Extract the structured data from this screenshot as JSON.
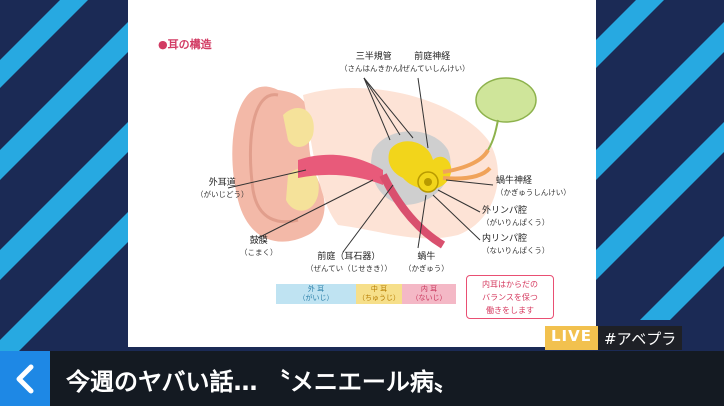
{
  "diagram": {
    "heading": "●耳の構造",
    "labels": {
      "semicircular": {
        "main": "三半規管",
        "reading": "（さんはんきかん）"
      },
      "vestibular_nerve": {
        "main": "前庭神経",
        "reading": "（ぜんていしんけい）"
      },
      "cochlear_nerve": {
        "main": "蝸牛神経",
        "reading": "（かぎゅうしんけい）"
      },
      "ear_canal": {
        "main": "外耳道",
        "reading": "（がいじどう）"
      },
      "perilymph": {
        "main": "外リンパ腔",
        "reading": "（がいりんぱくう）"
      },
      "endolymph": {
        "main": "内リンパ腔",
        "reading": "（ないりんぱくう）"
      },
      "eardrum": {
        "main": "鼓膜",
        "reading": "（こまく）"
      },
      "vestibule": {
        "main": "前庭（耳石器）",
        "reading": "（ぜんてい（じせきき））"
      },
      "cochlea": {
        "main": "蝸牛",
        "reading": "（かぎゅう）"
      }
    },
    "bars": [
      {
        "main": "外 耳",
        "reading": "（がいじ）"
      },
      {
        "main": "中 耳",
        "reading": "（ちゅうじ）"
      },
      {
        "main": "内 耳",
        "reading": "（ないじ）"
      }
    ],
    "note": [
      "内耳はからだの",
      "バランスを保つ",
      "働きをします"
    ]
  },
  "overlay": {
    "live": "LIVE",
    "hashtag": "#アベプラ"
  },
  "ticker": {
    "text": "今週のヤバい話… 〝メニエール病〟"
  },
  "colors": {
    "background": "#1b2a55",
    "stripe": "#27a9e1",
    "back_button": "#1e88e5",
    "live": "#f2c14e"
  },
  "icons": {
    "back": "chevron-left-icon"
  }
}
